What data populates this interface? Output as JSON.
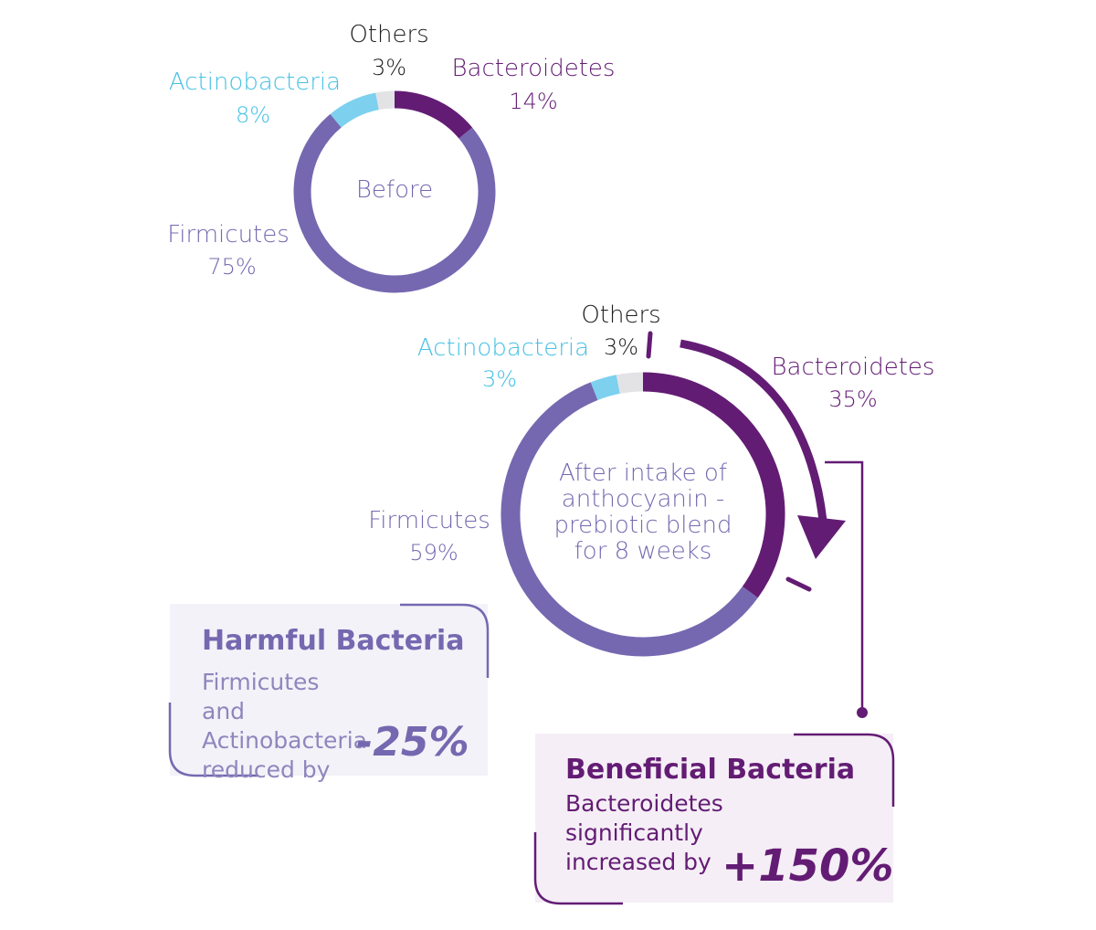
{
  "colors": {
    "firmicutes": "#7568b0",
    "actinobacteria": "#7dd0ee",
    "others": "#e3e3e6",
    "bacteroidetes": "#631c74",
    "actinobacteria_text": "#45c1e3",
    "dark_text": "#1e1e1e",
    "harmful_panel": "#f3f2f8",
    "beneficial_panel": "#f5eef6"
  },
  "chart_data": [
    {
      "type": "pie",
      "variant": "donut",
      "center_label": "Before",
      "categories": [
        "Bacteroidetes",
        "Firmicutes",
        "Actinobacteria",
        "Others"
      ],
      "values": [
        14,
        75,
        8,
        3
      ],
      "value_labels": [
        "14%",
        "75%",
        "8%",
        "3%"
      ]
    },
    {
      "type": "pie",
      "variant": "donut",
      "center_label": "After intake of\nanthocyanin -\nprebiotic blend\nfor 8 weeks",
      "categories": [
        "Bacteroidetes",
        "Firmicutes",
        "Actinobacteria",
        "Others"
      ],
      "values": [
        35,
        59,
        3,
        3
      ],
      "value_labels": [
        "35%",
        "59%",
        "3%",
        "3%"
      ]
    }
  ],
  "harmful": {
    "title": "Harmful Bacteria",
    "body": "Firmicutes and\nActinobacteria\nreduced by",
    "figure": "-25%"
  },
  "beneficial": {
    "title": "Beneficial Bacteria",
    "body": "Bacteroidetes significantly\nincreased by",
    "figure": "+150%"
  }
}
